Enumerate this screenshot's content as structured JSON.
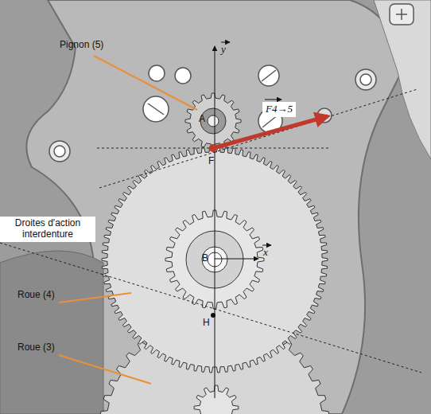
{
  "diagram": {
    "labels": [
      "Pignon (5)",
      "y",
      "A",
      "F4→5",
      "F",
      "Droites d'action interdenture",
      "B",
      "x",
      "Roue (4)",
      "Roue (3)",
      "H"
    ]
  }
}
